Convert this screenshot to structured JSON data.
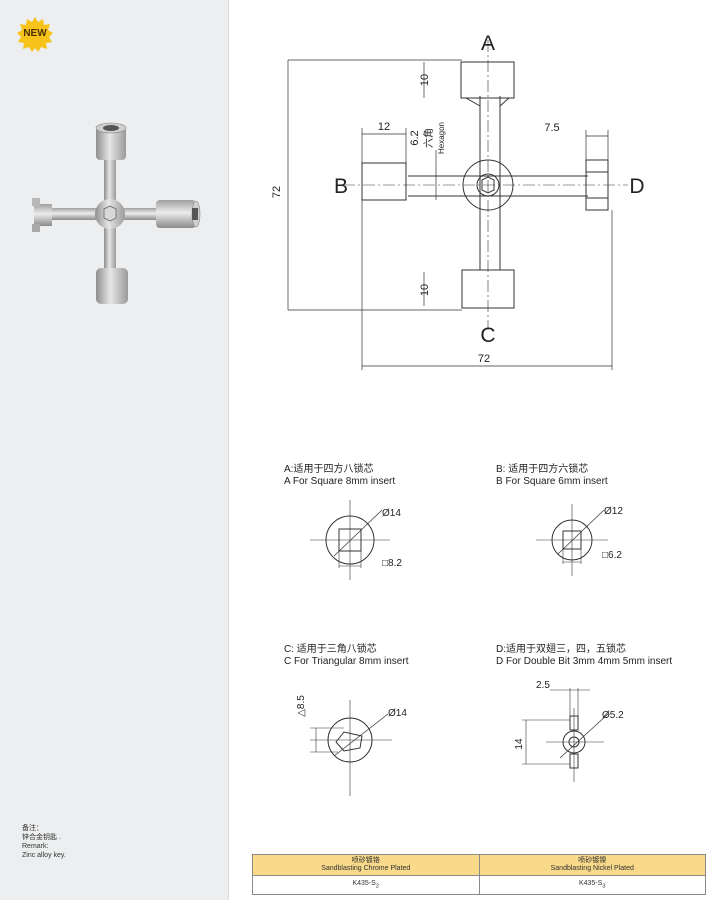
{
  "badge": {
    "text": "NEW",
    "color": "#f7c21a"
  },
  "main_drawing": {
    "end_labels": {
      "top": "A",
      "left": "B",
      "bottom": "C",
      "right": "D"
    },
    "dimensions": {
      "top_end": "10",
      "bottom_end": "10",
      "left_end": "12",
      "hex_size": "6.2",
      "hex_cn": "六角",
      "hex_en": "Hexagon",
      "right_end": "7.5",
      "height": "72",
      "width": "72"
    }
  },
  "details": {
    "a": {
      "cn": "A:适用于四方八锁芯",
      "en": "A For Square 8mm insert",
      "dia": "Ø14",
      "square": "□8.2"
    },
    "b": {
      "cn": "B: 适用于四方六锁芯",
      "en": "B For Square 6mm insert",
      "dia": "Ø12",
      "square": "□6.2"
    },
    "c": {
      "cn": "C: 适用于三角八锁芯",
      "en": "C For Triangular 8mm insert",
      "dia": "Ø14",
      "triangle": "△8.5"
    },
    "d": {
      "cn": "D:适用于双翅三，四，五锁芯",
      "en": "D For Double Bit 3mm 4mm 5mm insert",
      "dia": "Ø5.2",
      "bit": "2.5",
      "height": "14"
    }
  },
  "remark": {
    "cn_title": "备注：",
    "cn_text": "锌合金钥匙 .",
    "en_title": "Remark:",
    "en_text": "Zinc alloy key."
  },
  "finish_table": {
    "headers": [
      {
        "cn": "喷砂镀铬",
        "en": "Sandblasting Chrome Plated"
      },
      {
        "cn": "喷砂镀镍",
        "en": "Sandblasting Nickel Plated"
      }
    ],
    "codes": [
      {
        "base": "K435-S",
        "sub": "2"
      },
      {
        "base": "K435-S",
        "sub": "3"
      }
    ],
    "header_color": "#f9d98a"
  }
}
